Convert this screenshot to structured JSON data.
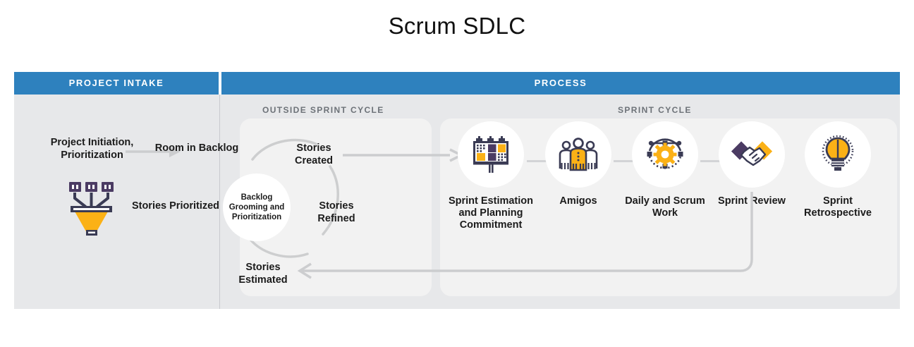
{
  "page": {
    "title": "Scrum SDLC"
  },
  "colors": {
    "header_blue": "#2E81BE",
    "panel_gray": "#E7E8EA",
    "card_gray": "#F2F2F2",
    "arrow_gray": "#CCCDCF",
    "text_dark": "#1B1B1B",
    "sublabel_gray": "#6D7278",
    "icon_navy": "#3A3B54",
    "icon_purple": "#4B3B63",
    "icon_amber": "#FBB116"
  },
  "sections": {
    "intake": {
      "header": "PROJECT INTAKE"
    },
    "process": {
      "header": "PROCESS"
    }
  },
  "sublabels": {
    "outside_sprint": "OUTSIDE SPRINT CYCLE",
    "sprint": "SPRINT CYCLE"
  },
  "intake": {
    "initiation": "Project Initiation, Prioritization",
    "room_in_backlog": "Room in Backlog",
    "stories_prioritized": "Stories Prioritized",
    "funnel_icon": "funnel-icon"
  },
  "backlog_cycle": {
    "center": "Backlog Grooming and Prioritization",
    "stories_created": "Stories Created",
    "stories_refined": "Stories Refined",
    "stories_estimated": "Stories Estimated"
  },
  "sprint_steps": [
    {
      "label": "Sprint Estimation and Planning Commitment",
      "icon": "kanban-board-icon"
    },
    {
      "label": "Amigos",
      "icon": "three-people-icon"
    },
    {
      "label": "Daily and Scrum Work",
      "icon": "gear-bezier-icon"
    },
    {
      "label": "Sprint Review",
      "icon": "handshake-icon"
    },
    {
      "label": "Sprint Retrospective",
      "icon": "lightbulb-brain-icon"
    }
  ]
}
